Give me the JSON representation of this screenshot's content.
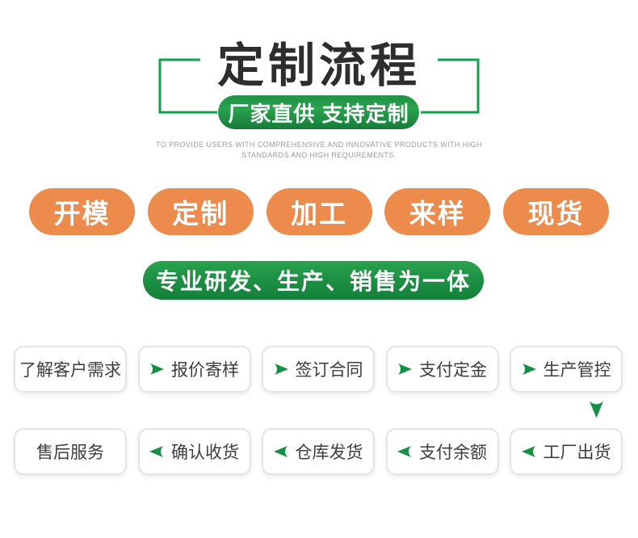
{
  "hero": {
    "title": "定制流程",
    "subtitle": "厂家直供 支持定制",
    "tagline_line1": "TO PROVIDE USERS WITH COMPREHENSIVE AND INNOVATIVE PRODUCTS WITH HIGH",
    "tagline_line2": "STANDARDS AND HIGH REQUIREMENTS."
  },
  "tags": [
    {
      "label": "开模"
    },
    {
      "label": "定制"
    },
    {
      "label": "加工"
    },
    {
      "label": "来样"
    },
    {
      "label": "现货"
    }
  ],
  "banner": {
    "text": "专业研发、生产、销售为一体"
  },
  "flow": {
    "row1": [
      {
        "label": "了解客户需求",
        "arrow": "none"
      },
      {
        "label": "报价寄样",
        "arrow": "right"
      },
      {
        "label": "签订合同",
        "arrow": "right"
      },
      {
        "label": "支付定金",
        "arrow": "right"
      },
      {
        "label": "生产管控",
        "arrow": "right"
      }
    ],
    "connector": {
      "type": "down-arrow",
      "from": "生产管控",
      "to": "工厂出货"
    },
    "row2": [
      {
        "label": "售后服务",
        "arrow": "none"
      },
      {
        "label": "确认收货",
        "arrow": "left"
      },
      {
        "label": "仓库发货",
        "arrow": "left"
      },
      {
        "label": "支付余额",
        "arrow": "left"
      },
      {
        "label": "工厂出货",
        "arrow": "left"
      }
    ]
  },
  "colors": {
    "green": "#1e9144",
    "green_light": "#2aa24f",
    "green_dark": "#13803a",
    "bracket_green": "#0fa24c",
    "arrow_green": "#149044",
    "orange": "#ec8b4b",
    "title_text": "#2d2d2d",
    "tagline_gray": "#9b9b9b",
    "box_border": "#e4e4e4",
    "box_text": "#3d3d3d",
    "background": "#ffffff"
  }
}
